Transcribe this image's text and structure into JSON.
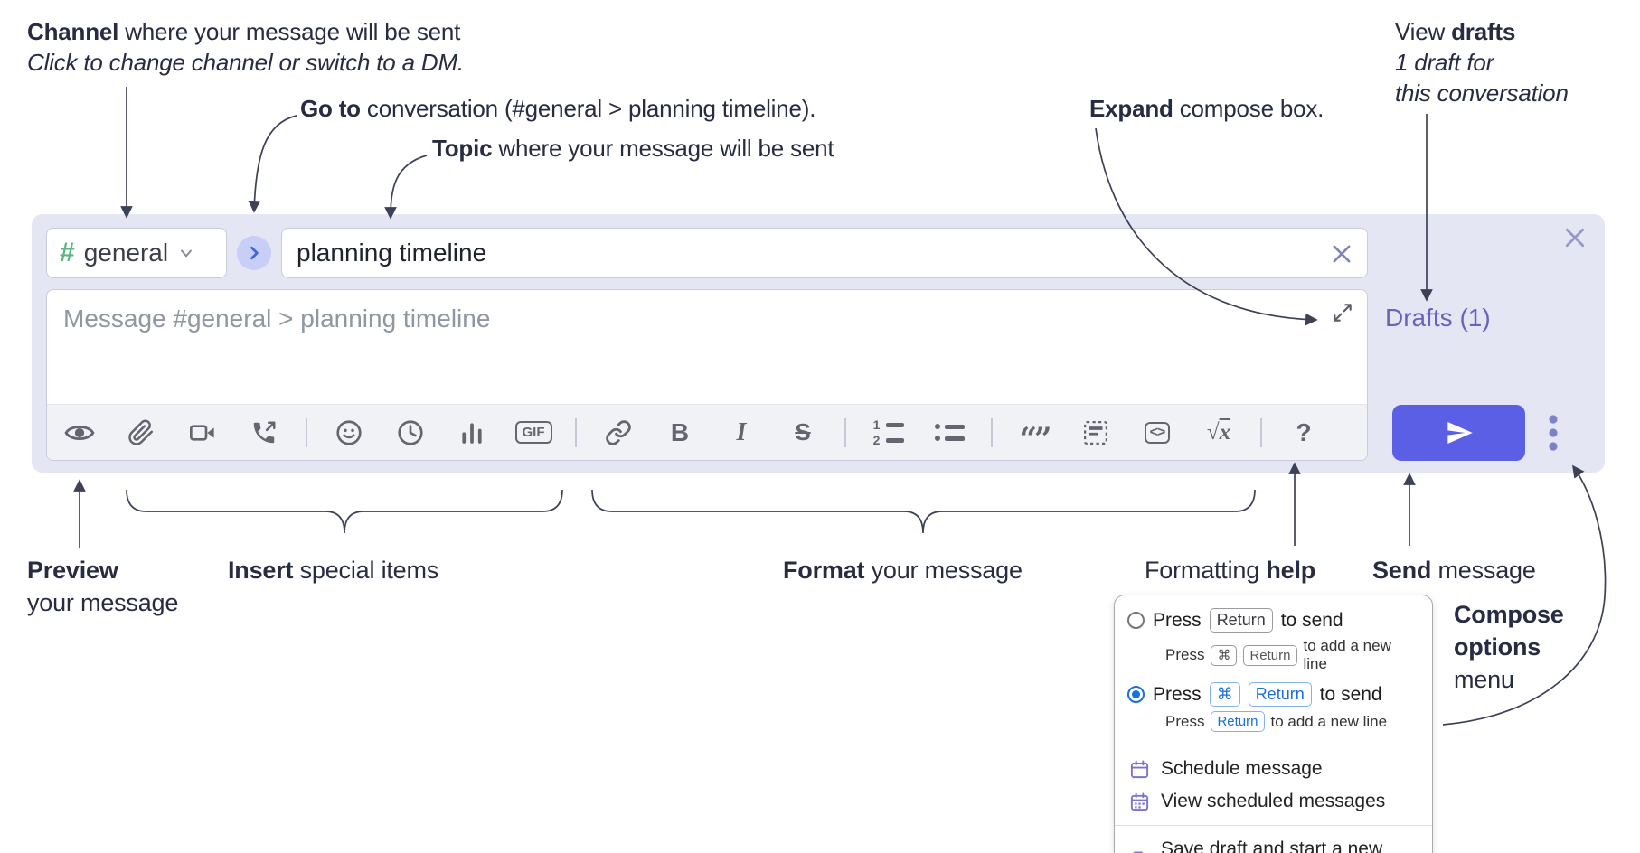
{
  "annotations": {
    "channel": {
      "bold": "Channel",
      "rest": " where your message will be sent",
      "sub": "Click to change channel or switch to a DM."
    },
    "goto": {
      "bold": "Go to",
      "rest": " conversation (#general > planning timeline)."
    },
    "topic": {
      "bold": "Topic",
      "rest": " where your message will be sent"
    },
    "expand": {
      "bold": "Expand",
      "rest": " compose box."
    },
    "view_drafts": {
      "pre": "View ",
      "bold": "drafts",
      "line2": "1 draft for",
      "line3": "this conversation"
    },
    "preview": {
      "bold": "Preview",
      "line2": "your message"
    },
    "insert": {
      "bold": "Insert",
      "rest": " special items"
    },
    "format": {
      "bold": "Format",
      "rest": " your message"
    },
    "help": {
      "pre": "Formatting ",
      "bold": "help"
    },
    "send": {
      "bold": "Send",
      "rest": " message"
    },
    "compose_options": {
      "line1": "Compose",
      "line2": "options",
      "line3": "menu"
    }
  },
  "compose": {
    "channel_hash": "#",
    "channel_name": "general",
    "topic_value": "planning timeline",
    "message_placeholder": "Message #general > planning timeline",
    "drafts_link": "Drafts (1)"
  },
  "toolbar": {
    "gif_label": "GIF",
    "bold_glyph": "B",
    "italic_glyph": "I",
    "strike_glyph": "S",
    "code_glyph": "<>",
    "math_radical": "√",
    "math_x": "x",
    "quote_glyph": "“”",
    "ol_1": "1",
    "ol_2": "2",
    "help_glyph": "?"
  },
  "menu": {
    "option_return": {
      "selected": false,
      "pre": "Press",
      "key": "Return",
      "post": "to send",
      "sub_pre": "Press",
      "sub_key1": "⌘",
      "sub_key2": "Return",
      "sub_post": "to add a new line"
    },
    "option_cmd_return": {
      "selected": true,
      "pre": "Press",
      "key1": "⌘",
      "key2": "Return",
      "post": "to send",
      "sub_pre": "Press",
      "sub_key": "Return",
      "sub_post": "to add a new line"
    },
    "schedule": "Schedule message",
    "view_scheduled": "View scheduled messages",
    "save_draft": "Save draft and start a new message"
  },
  "colors": {
    "ink": "#272c42",
    "compose-bg": "#e4e6f4",
    "send-button": "#5a5fe6",
    "drafts-link": "#6a63bd",
    "channel-hash": "#5fb57f",
    "goto-chevron": "#3c67da",
    "goto-circle": "#c8cef5",
    "icon": "#63666f",
    "menu-blue": "#1a6fe0",
    "menu-purple": "#7b74cf",
    "line": "#3c4156"
  }
}
